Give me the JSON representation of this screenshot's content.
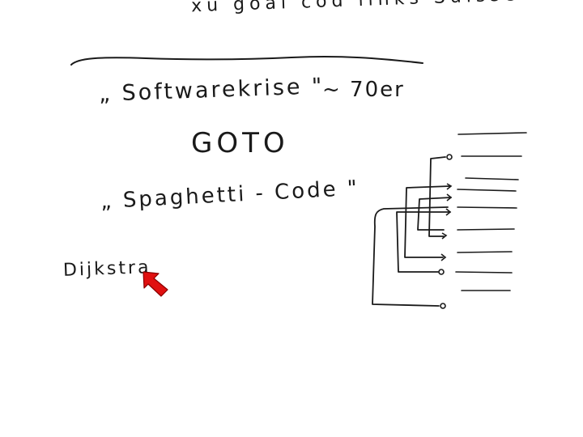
{
  "whiteboard": {
    "top_text": "xu goal cod links Suisse.",
    "crisis_text": "„ Softwarekrise \"",
    "era_text": "~ 70er",
    "goto_text": "GOTO",
    "spaghetti_text": "„ Spaghetti - Code \"",
    "dijkstra_text": "Dijkstra"
  },
  "colors": {
    "background": "#ffffff",
    "ink": "#1a1a1a",
    "cursor": "#e01010"
  },
  "icons": {
    "cursor": "red-arrow-cursor-icon"
  }
}
